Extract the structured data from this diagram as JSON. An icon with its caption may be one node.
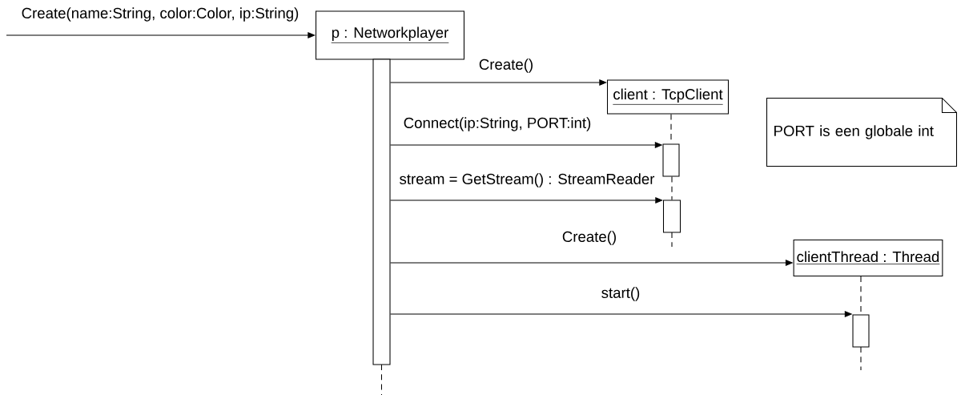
{
  "diagram": {
    "nodes": [
      {
        "text": [
          "p : Networkplayer"
        ]
      },
      {
        "text": [
          "client : TcpClient"
        ]
      },
      {
        "text": [
          "clientThread : Thread"
        ]
      },
      {
        "text": [
          "PORT is een globale int"
        ]
      },
      {
        "text": [],
        "shape": "bar"
      },
      {
        "text": [],
        "shape": "bar"
      },
      {
        "text": [],
        "shape": "bar"
      },
      {
        "text": [],
        "shape": "bar"
      }
    ],
    "edges": [
      {
        "from": null,
        "to": 0,
        "arrow": "to",
        "label": "Create(name:String, color:Color, ip:String)"
      },
      {
        "from": 4,
        "to": 1,
        "arrow": "to",
        "label": "Create()"
      },
      {
        "from": 4,
        "to": 5,
        "arrow": "to",
        "label": "Connect(ip:String, PORT:int)"
      },
      {
        "from": 4,
        "to": 6,
        "arrow": "to",
        "label": "stream = GetStream() : StreamReader"
      },
      {
        "from": 4,
        "to": 2,
        "arrow": "to",
        "label": "Create()"
      },
      {
        "from": 4,
        "to": 7,
        "arrow": "to",
        "label": "start()"
      },
      {
        "from": 1,
        "to": 5,
        "arrow": "none",
        "style": "dashed"
      },
      {
        "from": 5,
        "to": 6,
        "arrow": "none",
        "style": "dashed"
      },
      {
        "from": 2,
        "to": 7,
        "arrow": "none",
        "style": "dashed"
      }
    ]
  }
}
